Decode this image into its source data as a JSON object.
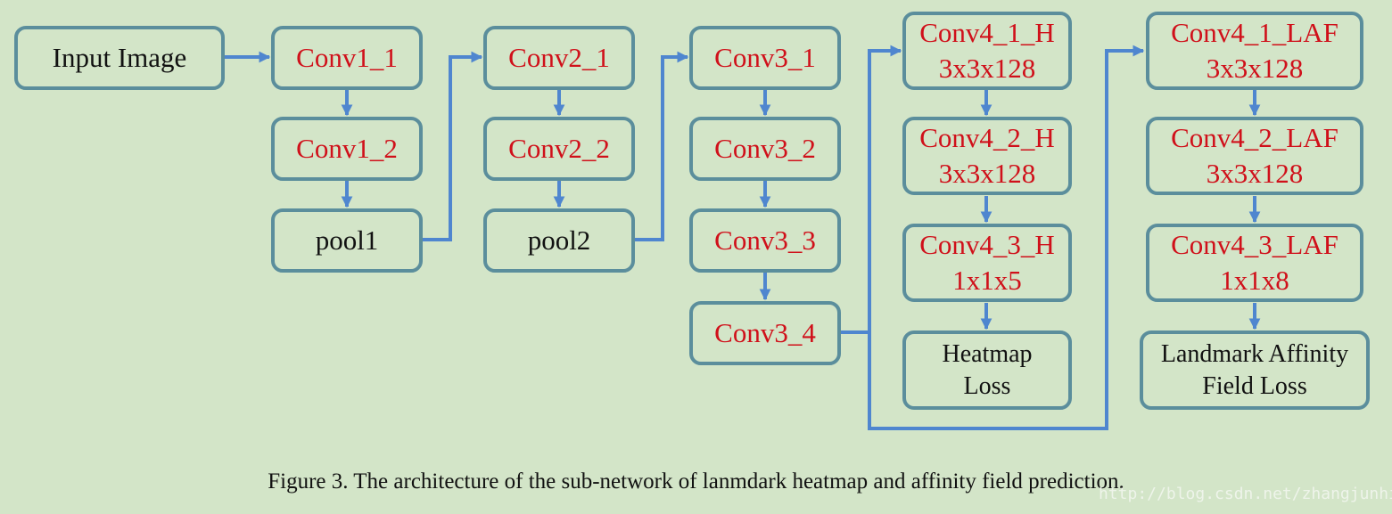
{
  "nodes": {
    "input_image": "Input Image",
    "conv1_1": "Conv1_1",
    "conv1_2": "Conv1_2",
    "pool1": "pool1",
    "conv2_1": "Conv2_1",
    "conv2_2": "Conv2_2",
    "pool2": "pool2",
    "conv3_1": "Conv3_1",
    "conv3_2": "Conv3_2",
    "conv3_3": "Conv3_3",
    "conv3_4": "Conv3_4",
    "conv4_1_h": {
      "name": "Conv4_1_H",
      "size": "3x3x128"
    },
    "conv4_2_h": {
      "name": "Conv4_2_H",
      "size": "3x3x128"
    },
    "conv4_3_h": {
      "name": "Conv4_3_H",
      "size": "1x1x5"
    },
    "heatmap_loss": {
      "line1": "Heatmap",
      "line2": "Loss"
    },
    "conv4_1_laf": {
      "name": "Conv4_1_LAF",
      "size": "3x3x128"
    },
    "conv4_2_laf": {
      "name": "Conv4_2_LAF",
      "size": "3x3x128"
    },
    "conv4_3_laf": {
      "name": "Conv4_3_LAF",
      "size": "1x1x8"
    },
    "laf_loss": {
      "line1": "Landmark Affinity",
      "line2": "Field Loss"
    }
  },
  "caption": "Figure 3. The architecture of the sub-network of lanmdark heatmap and affinity field prediction.",
  "watermark": "http://blog.csdn.net/zhangjunhit",
  "colors": {
    "background": "#d3e5c8",
    "box_border": "#5b8e9c",
    "arrow": "#4f86cf",
    "layer_text": "#d0101a",
    "plain_text": "#111111"
  }
}
